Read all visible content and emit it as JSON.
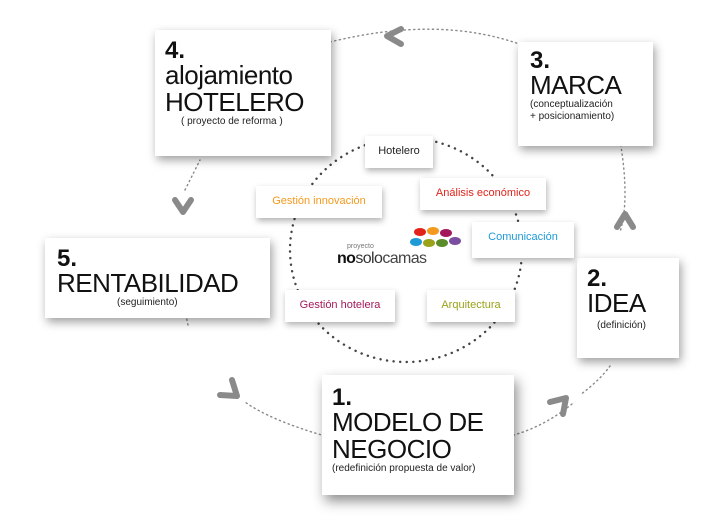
{
  "theme": {
    "arrow_color": "#8a8a8a",
    "dot_color": "#888888",
    "hub_dot_color": "#444444"
  },
  "steps": [
    {
      "number": "1.",
      "lines": [
        "MODELO DE",
        "NEGOCIO"
      ],
      "sub": "(redefinición propuesta de valor)"
    },
    {
      "number": "2.",
      "lines": [
        "IDEA"
      ],
      "sub": "(definición)"
    },
    {
      "number": "3.",
      "lines": [
        "MARCA"
      ],
      "sub": "(conceptualización\n+ posicionamiento)"
    },
    {
      "number": "4.",
      "lines": [
        "alojamiento",
        "HOTELERO"
      ],
      "sub": "( proyecto de reforma )"
    },
    {
      "number": "5.",
      "lines": [
        "RENTABILIDAD"
      ],
      "sub": "(seguimiento)"
    }
  ],
  "hub": [
    {
      "label": "Hotelero",
      "color": "#222222"
    },
    {
      "label": "Gestión innovación",
      "color": "#f39a1e"
    },
    {
      "label": "Análisis económico",
      "color": "#e2231a"
    },
    {
      "label": "Comunicación",
      "color": "#1e9ad6"
    },
    {
      "label": "Gestión hotelera",
      "color": "#a3195b"
    },
    {
      "label": "Arquitectura",
      "color": "#9aa21a"
    }
  ],
  "logo": {
    "small": "proyecto",
    "part1": "no",
    "part2": "solo",
    "part3": "camas",
    "colors": [
      "#e2231a",
      "#f39a1e",
      "#a3195b",
      "#1e9ad6",
      "#9aa21a",
      "#5b8c2a",
      "#7a4fa0"
    ]
  }
}
